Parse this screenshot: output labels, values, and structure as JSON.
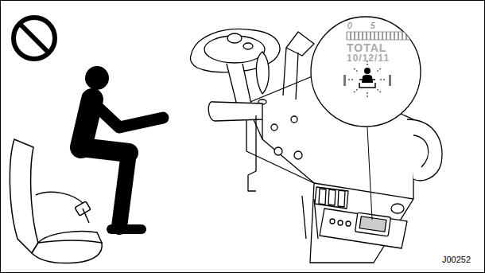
{
  "diagram": {
    "labels": [
      "0",
      "5",
      "TOTAL",
      "10/12/11",
      "J00252"
    ]
  }
}
